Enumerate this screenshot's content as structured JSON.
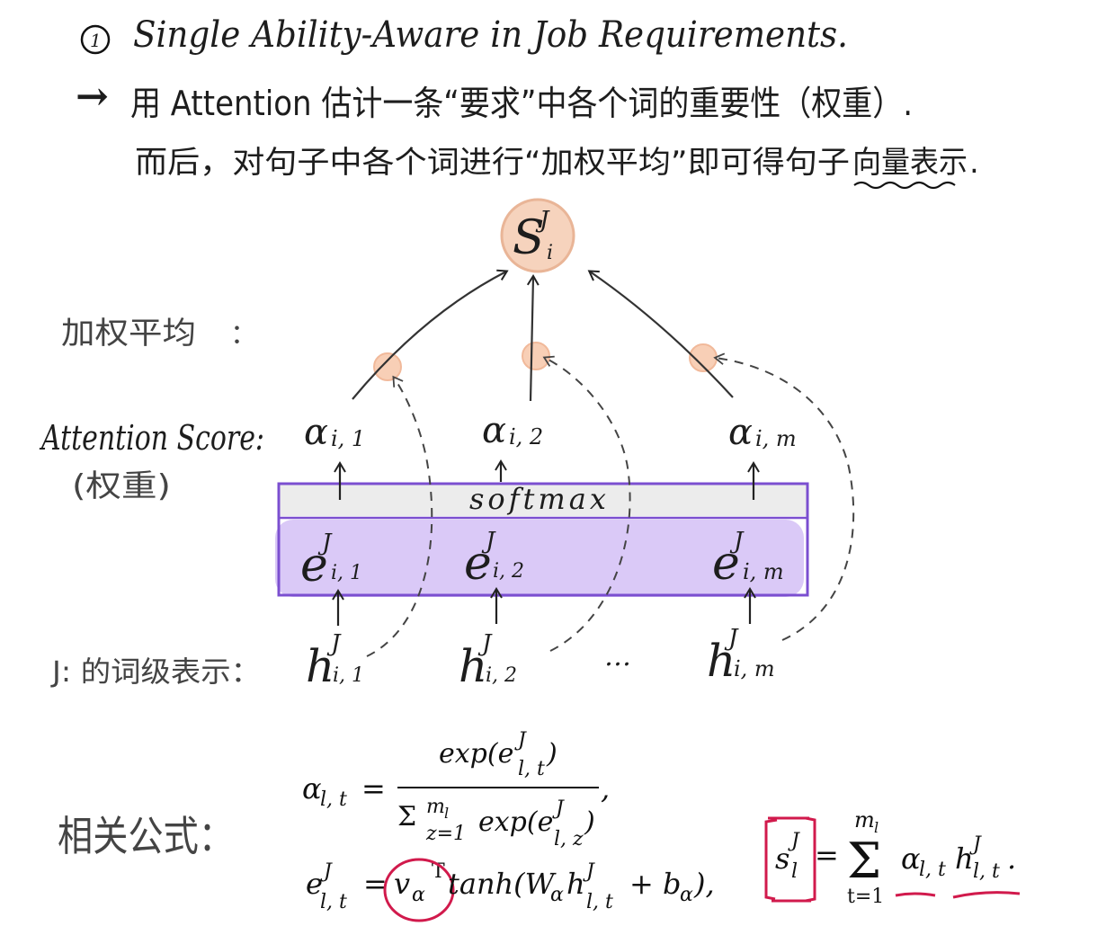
{
  "heading": {
    "number": "①",
    "title": "Single Ability-Aware in Job Requirements."
  },
  "notes": {
    "line1_arrow": "→",
    "line1": "用 Attention 估计一条“要求”中各个词的重要性（权重）.",
    "line2_pre": "而后，对句子中各个词进行“加权平均”即可得句子",
    "line2_underlined": "向量表示",
    "line2_post": "."
  },
  "diagram": {
    "output_node": {
      "base": "S",
      "sup": "J",
      "sub": "i"
    },
    "row_labels": {
      "weighted_avg": "加权平均",
      "weighted_avg_colon": "：",
      "attention_score": "Attention Score:",
      "attention_score_sub": "(权重)",
      "word_repr": "J: 的词级表示："
    },
    "alphas": [
      {
        "base": "α",
        "sub": "i, 1"
      },
      {
        "base": "α",
        "sub": "i, 2"
      },
      {
        "base": "α",
        "sub": "i, m"
      }
    ],
    "softmax_label": "softmax",
    "energies": [
      {
        "base": "e",
        "sup": "J",
        "sub": "i, 1"
      },
      {
        "base": "e",
        "sup": "J",
        "sub": "i, 2"
      },
      {
        "base": "e",
        "sup": "J",
        "sub": "i, m"
      }
    ],
    "hiddens": [
      {
        "base": "h",
        "sup": "J",
        "sub": "i, 1"
      },
      {
        "base": "h",
        "sup": "J",
        "sub": "i, 2"
      },
      {
        "base": "h",
        "sup": "J",
        "sub": "i, m"
      }
    ],
    "ellipsis": "…",
    "colors": {
      "node_fill": "#f6c9ae",
      "node_stroke": "#e8b49a",
      "box_stroke": "#7b4fd0",
      "box_fill": "#d9c7f7",
      "softmax_fill": "#ececec",
      "annotation_red": "#d11a4c"
    }
  },
  "formulas": {
    "label": "相关公式：",
    "alpha_lhs": "α",
    "alpha_lhs_sub": "l, t",
    "equals": "=",
    "alpha_num": "exp(e",
    "alpha_num_sup": "J",
    "alpha_num_sub": "l, t",
    "alpha_num_close": ")",
    "alpha_den_sum": "Σ",
    "alpha_den_sum_sup": "m",
    "alpha_den_sum_sup_sub": "l",
    "alpha_den_sum_sub": "z=1",
    "alpha_den_body": "exp(e",
    "alpha_den_sup": "J",
    "alpha_den_sub": "l, z",
    "alpha_den_close": ")",
    "alpha_comma": ",",
    "e_lhs": "e",
    "e_lhs_sup": "J",
    "e_lhs_sub": "l, t",
    "e_v": "v",
    "e_v_sub": "α",
    "e_T": "T",
    "e_body1": "tanh(W",
    "e_W_sub": "α",
    "e_h": "h",
    "e_h_sup": "J",
    "e_h_sub": "l, t",
    "e_body2": "+ b",
    "e_b_sub": "α",
    "e_close": "),",
    "s_lhs": "s",
    "s_lhs_sup": "J",
    "s_lhs_sub": "l",
    "s_sum": "Σ",
    "s_sum_sup": "m",
    "s_sum_sup_sub": "l",
    "s_sum_sub": "t=1",
    "s_body_alpha": "α",
    "s_body_alpha_sub": "l, t",
    "s_body_h": "h",
    "s_body_h_sup": "J",
    "s_body_h_sub": "l, t",
    "s_end": "."
  }
}
